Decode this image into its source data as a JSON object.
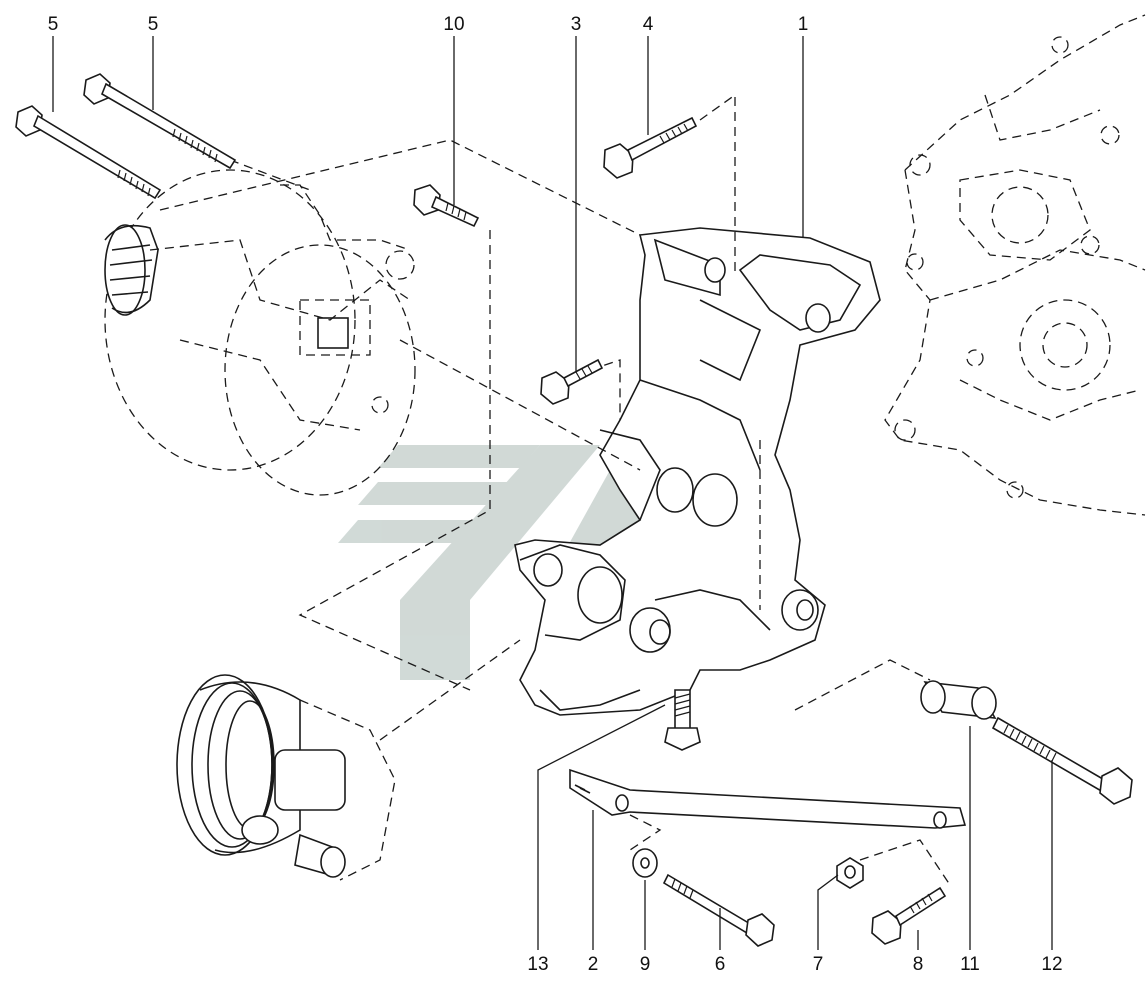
{
  "diagram": {
    "callouts": [
      "5",
      "5",
      "10",
      "3",
      "4",
      "1",
      "13",
      "2",
      "9",
      "6",
      "7",
      "8",
      "11",
      "12"
    ],
    "colors": {
      "line": "#1a1a1a",
      "watermark": "#c9d3d0",
      "background": "#ffffff"
    }
  }
}
